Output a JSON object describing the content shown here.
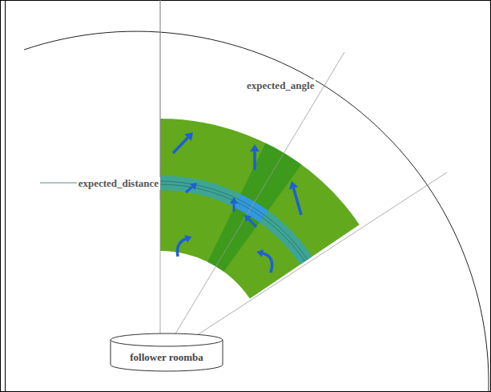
{
  "diagram": {
    "nodes": [
      {
        "text": [
          "follower roomba"
        ]
      }
    ],
    "labels": [
      "expected_angle",
      "expected_distance"
    ]
  }
}
